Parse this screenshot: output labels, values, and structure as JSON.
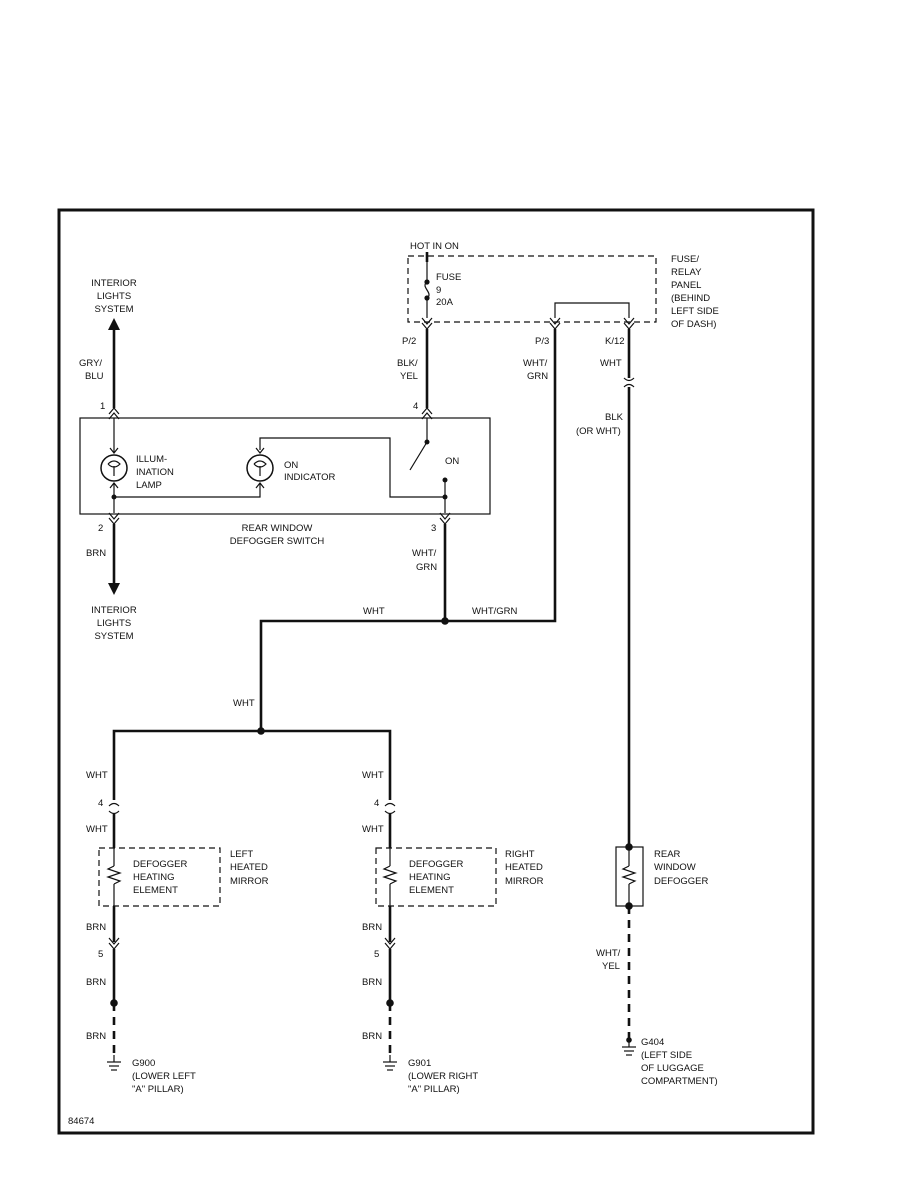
{
  "top": {
    "hot_label": "HOT IN ON",
    "fuse_lines": [
      "FUSE",
      "9",
      "20A"
    ],
    "panel_lines": [
      "FUSE/",
      "RELAY",
      "PANEL",
      "(BEHIND",
      "LEFT SIDE",
      "OF DASH)"
    ],
    "pin_p2": "P/2",
    "pin_p3": "P/3",
    "pin_k12": "K/12"
  },
  "interior_top_lines": [
    "INTERIOR",
    "LIGHTS",
    "SYSTEM"
  ],
  "interior_bottom_lines": [
    "INTERIOR",
    "LIGHTS",
    "SYSTEM"
  ],
  "wires": {
    "gry_blu": [
      "GRY/",
      "BLU"
    ],
    "blk_yel": [
      "BLK/",
      "YEL"
    ],
    "wht_grn_top": [
      "WHT/",
      "GRN"
    ],
    "wht_k12": "WHT",
    "blk_or_wht": [
      "BLK",
      "(OR WHT)"
    ],
    "brn_switch": "BRN",
    "wht_grn_pin3": [
      "WHT/",
      "GRN"
    ],
    "wht_junction": "WHT",
    "wht_grn_junction": "WHT/GRN",
    "wht_mid": "WHT",
    "wht_yel": [
      "WHT/",
      "YEL"
    ]
  },
  "switch": {
    "pin1": "1",
    "pin2": "2",
    "pin3": "3",
    "pin4": "4",
    "lamp_lines": [
      "ILLUM-",
      "INATION",
      "LAMP"
    ],
    "indicator_lines": [
      "ON",
      "INDICATOR"
    ],
    "on_label": "ON",
    "name_lines": [
      "REAR WINDOW",
      "DEFOGGER SWITCH"
    ]
  },
  "left_mirror": {
    "wht_above": "WHT",
    "pin4": "4",
    "wht_below": "WHT",
    "element_lines": [
      "DEFOGGER",
      "HEATING",
      "ELEMENT"
    ],
    "name_lines": [
      "LEFT",
      "HEATED",
      "MIRROR"
    ],
    "brn_above": "BRN",
    "pin5": "5",
    "brn_mid": "BRN",
    "brn_below": "BRN",
    "ground_lines": [
      "G900",
      "(LOWER LEFT",
      "\"A\" PILLAR)"
    ]
  },
  "right_mirror": {
    "wht_above": "WHT",
    "pin4": "4",
    "wht_below": "WHT",
    "element_lines": [
      "DEFOGGER",
      "HEATING",
      "ELEMENT"
    ],
    "name_lines": [
      "RIGHT",
      "HEATED",
      "MIRROR"
    ],
    "brn_above": "BRN",
    "pin5": "5",
    "brn_mid": "BRN",
    "brn_below": "BRN",
    "ground_lines": [
      "G901",
      "(LOWER RIGHT",
      "\"A\" PILLAR)"
    ]
  },
  "rear_defogger": {
    "name_lines": [
      "REAR",
      "WINDOW",
      "DEFOGGER"
    ],
    "ground_lines": [
      "G404",
      "(LEFT SIDE",
      "OF LUGGAGE",
      "COMPARTMENT)"
    ]
  },
  "figure_id": "84674"
}
